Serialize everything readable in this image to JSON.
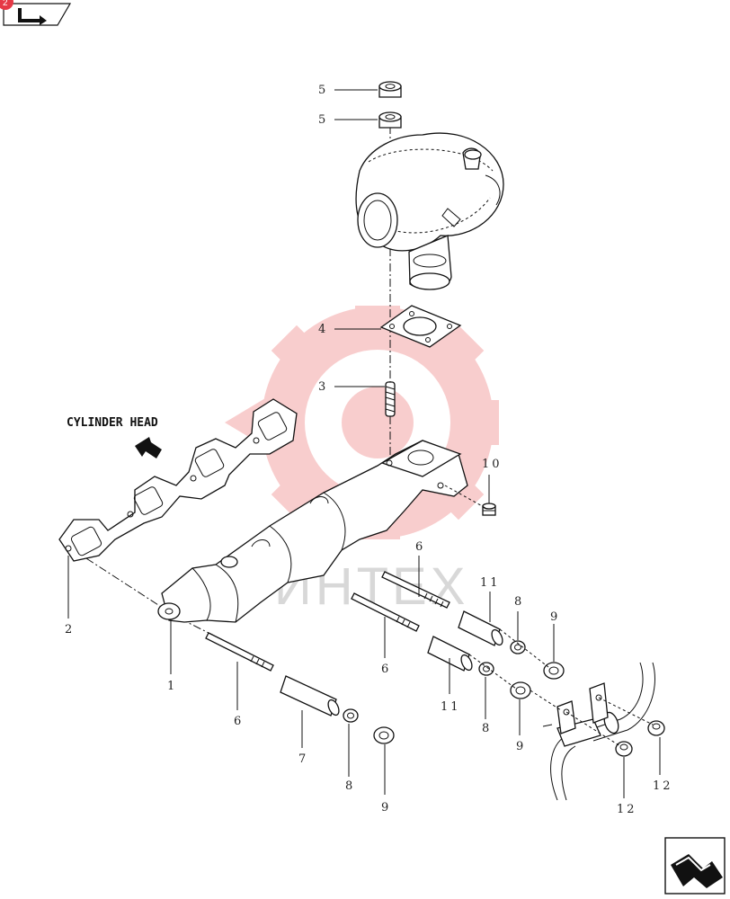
{
  "heading": "CYLINDER HEAD",
  "callouts": {
    "c1": "1",
    "c2": "2",
    "c3": "3",
    "c4": "4",
    "c5a": "5",
    "c5b": "5",
    "c6a": "6",
    "c6b": "6",
    "c6c": "6",
    "c7": "7",
    "c8a": "8",
    "c8b": "8",
    "c8c": "8",
    "c9a": "9",
    "c9b": "9",
    "c9c": "9",
    "c10": "10",
    "c11a": "11",
    "c11b": "11",
    "c12a": "12",
    "c12b": "12"
  },
  "badge": "2",
  "watermark": "ИНТЕХ",
  "icons": {
    "top_left": "prev-page-arrow-icon",
    "bottom_right": "next-page-arrow-icon"
  },
  "colors": {
    "badge": "#e63946",
    "watermark": "#f4a6a6"
  }
}
